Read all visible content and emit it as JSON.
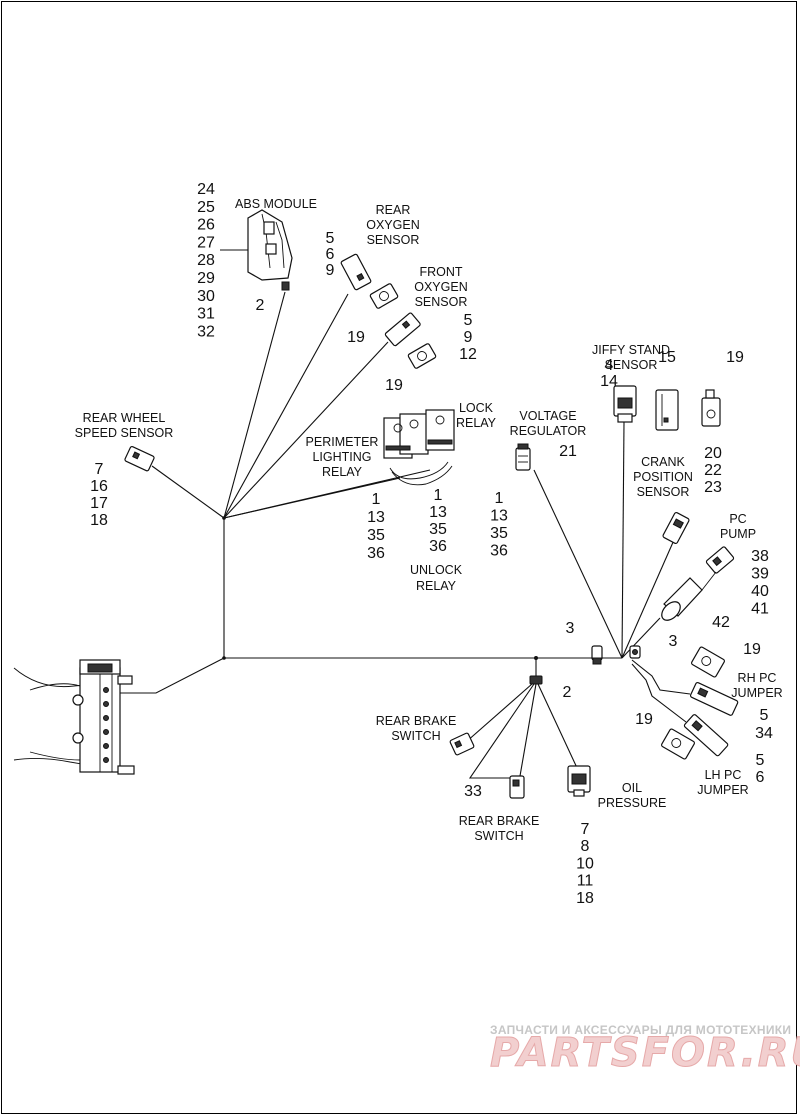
{
  "labels": {
    "abs_module": [
      "ABS MODULE"
    ],
    "rear_oxygen_sensor": [
      "REAR",
      "OXYGEN",
      "SENSOR"
    ],
    "front_oxygen_sensor": [
      "FRONT",
      "OXYGEN",
      "SENSOR"
    ],
    "jiffy_stand_sensor": [
      "JIFFY STAND",
      "SENSOR"
    ],
    "rear_wheel_speed_sensor": [
      "REAR WHEEL",
      "SPEED SENSOR"
    ],
    "lock_relay": [
      "LOCK",
      "RELAY"
    ],
    "perimeter_lighting_relay": [
      "PERIMETER",
      "LIGHTING",
      "RELAY"
    ],
    "voltage_regulator": [
      "VOLTAGE",
      "REGULATOR"
    ],
    "crank_position_sensor": [
      "CRANK",
      "POSITION",
      "SENSOR"
    ],
    "pc_pump": [
      "PC",
      "PUMP"
    ],
    "unlock_relay": [
      "UNLOCK",
      "RELAY"
    ],
    "rh_pc_jumper": [
      "RH PC",
      "JUMPER"
    ],
    "lh_pc_jumper": [
      "LH PC",
      "JUMPER"
    ],
    "rear_brake_switch_upper": [
      "REAR BRAKE",
      "SWITCH"
    ],
    "rear_brake_switch_lower": [
      "REAR BRAKE",
      "SWITCH"
    ],
    "oil_pressure": [
      "OIL",
      "PRESSURE"
    ]
  },
  "callouts": {
    "abs_module": [
      "24",
      "25",
      "26",
      "27",
      "28",
      "29",
      "30",
      "31",
      "32"
    ],
    "abs_connector": [
      "2"
    ],
    "rear_oxygen": [
      "5",
      "6",
      "9"
    ],
    "rear_oxygen_clip": [
      "19"
    ],
    "front_oxygen": [
      "5",
      "9",
      "12"
    ],
    "front_oxygen_clip": [
      "19"
    ],
    "jiffy_stand": [
      "4",
      "14"
    ],
    "jiffy_stand_mate": [
      "15"
    ],
    "jiffy_stand_clip": [
      "19"
    ],
    "rear_wheel_speed": [
      "7",
      "16",
      "17",
      "18"
    ],
    "voltage_regulator": [
      "21"
    ],
    "perimeter_relay": [
      "1",
      "13",
      "35",
      "36"
    ],
    "unlock_relay": [
      "1",
      "13",
      "35",
      "36"
    ],
    "lock_relay": [
      "1",
      "13",
      "35",
      "36"
    ],
    "crank_position": [
      "20",
      "22",
      "23"
    ],
    "pc_pump": [
      "38",
      "39",
      "40",
      "41"
    ],
    "pc_pump_body": [
      "42"
    ],
    "retainer_left": [
      "3"
    ],
    "retainer_right": [
      "3"
    ],
    "rh_pc_clip": [
      "19"
    ],
    "rh_pc_jumper": [
      "5",
      "34"
    ],
    "lh_pc_clip": [
      "19"
    ],
    "lh_pc_jumper": [
      "5",
      "6"
    ],
    "branch_clip": [
      "2"
    ],
    "rear_brake_lower": [
      "33"
    ],
    "oil_pressure": [
      "7",
      "8",
      "10",
      "11",
      "18"
    ]
  },
  "watermark": {
    "tagline": "ЗАПЧАСТИ И АКСЕССУАРЫ ДЛЯ МОТОТЕХНИКИ",
    "brand": "PARTSFOR.RU"
  },
  "colors": {
    "line": "#111111",
    "watermark_text": "#c6c6c6",
    "watermark_brand": "#f2cfcf"
  }
}
